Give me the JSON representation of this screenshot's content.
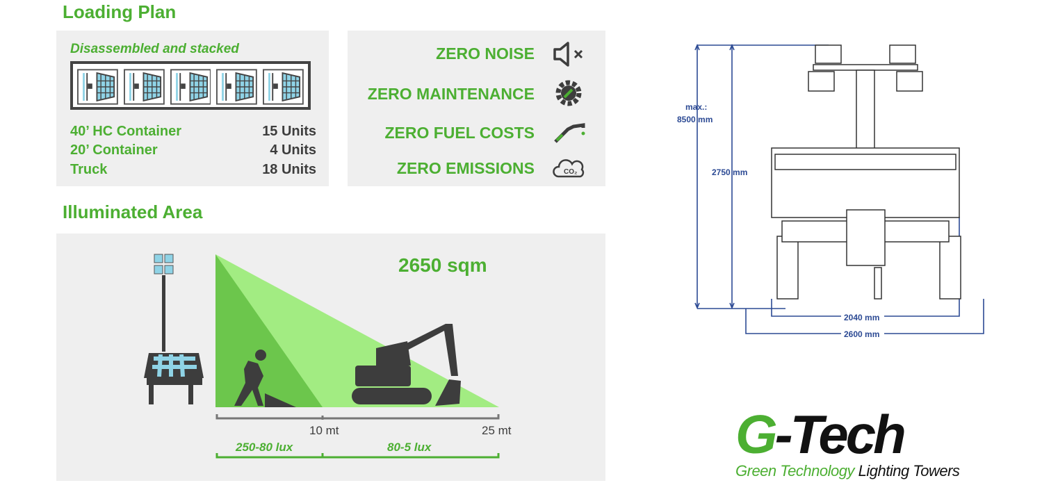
{
  "loading_plan": {
    "title": "Loading Plan",
    "subtitle": "Disassembled and stacked",
    "rows": [
      {
        "label": "40’ HC Container",
        "value": "15 Units"
      },
      {
        "label": "20’ Container",
        "value": "4 Units"
      },
      {
        "label": "Truck",
        "value": "18 Units"
      }
    ]
  },
  "features": [
    {
      "label": "ZERO NOISE",
      "icon": "speaker-mute-icon"
    },
    {
      "label": "ZERO MAINTENANCE",
      "icon": "gear-wrench-icon"
    },
    {
      "label": "ZERO FUEL COSTS",
      "icon": "fuel-nozzle-icon"
    },
    {
      "label": "ZERO EMISSIONS",
      "icon": "co2-cloud-icon"
    }
  ],
  "illuminated": {
    "title": "Illuminated Area",
    "area": "2650 sqm",
    "tick_10": "10 mt",
    "tick_25": "25 mt",
    "zone1": "250-80 lux",
    "zone2": "80-5 lux"
  },
  "dimensions": {
    "max_label": "max.:",
    "max_height": "8500 mm",
    "height": "2750 mm",
    "width_inner": "2040 mm",
    "width_outer": "2600 mm"
  },
  "logo": {
    "brand": "G-Tech",
    "tagline_green": "Green Technology",
    "tagline_dark": "Lighting Towers"
  },
  "colors": {
    "green": "#4caf32",
    "light_green": "#a2ec82",
    "mid_green": "#6cc64c",
    "dark": "#3d3d3d",
    "blue": "#2c4a94"
  }
}
